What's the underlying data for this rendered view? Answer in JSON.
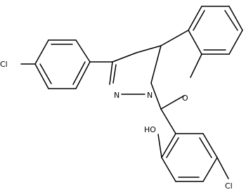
{
  "molecule": {
    "atoms": {
      "cl_left": "Cl",
      "n_imine": "N",
      "n_ring": "N",
      "o_ring": "O",
      "oh": "HO",
      "cl_right": "Cl"
    }
  }
}
